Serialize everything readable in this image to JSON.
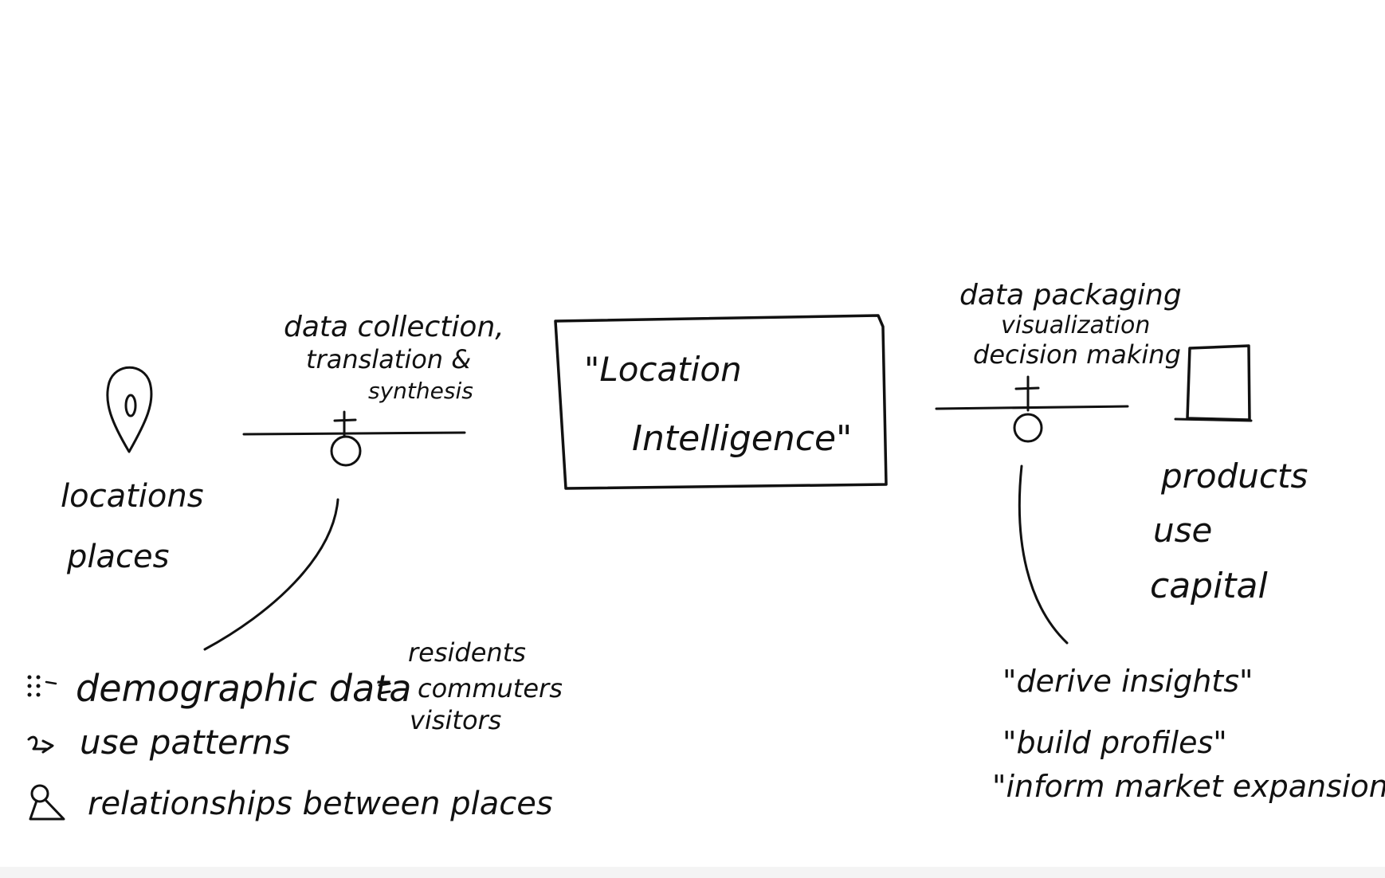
{
  "left": {
    "marker_icon": "location-pin-icon",
    "label_lines": [
      "locations",
      "places"
    ]
  },
  "interface_left": {
    "label_lines": [
      "data collection,",
      "translation &",
      "synthesis"
    ]
  },
  "center": {
    "label_lines": [
      "\"Location",
      "Intelligence\""
    ]
  },
  "interface_right": {
    "label_lines": [
      "data packaging",
      "visualization",
      "decision making"
    ]
  },
  "right": {
    "box_icon": "product-box-icon",
    "label_lines": [
      "products",
      "use",
      "capital"
    ]
  },
  "left_notes": {
    "bullets": [
      {
        "icon": "dots-icon",
        "text": "demographic data"
      },
      {
        "icon": "arrow-icon",
        "text": "use patterns"
      },
      {
        "icon": "relationship-icon",
        "text": "relationships between places"
      }
    ],
    "breakdown": [
      "residents",
      "commuters",
      "visitors"
    ]
  },
  "right_notes": {
    "quotes": [
      "\"derive insights\"",
      "\"build profiles\"",
      "\"inform market expansion\""
    ]
  }
}
